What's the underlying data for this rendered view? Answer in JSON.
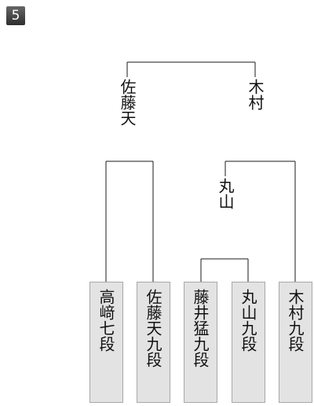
{
  "round_badge": "5",
  "winners": {
    "final": "佐藤天",
    "semifinal_right": "木村",
    "quarterfinal": "丸山"
  },
  "players": [
    {
      "name": "高﨑七段"
    },
    {
      "name": "佐藤天九段"
    },
    {
      "name": "藤井猛九段"
    },
    {
      "name": "丸山九段"
    },
    {
      "name": "木村九段"
    }
  ],
  "colors": {
    "line": "#1a1a1a",
    "player_box": "#e3e3e3",
    "badge": "#3a3a3a"
  }
}
